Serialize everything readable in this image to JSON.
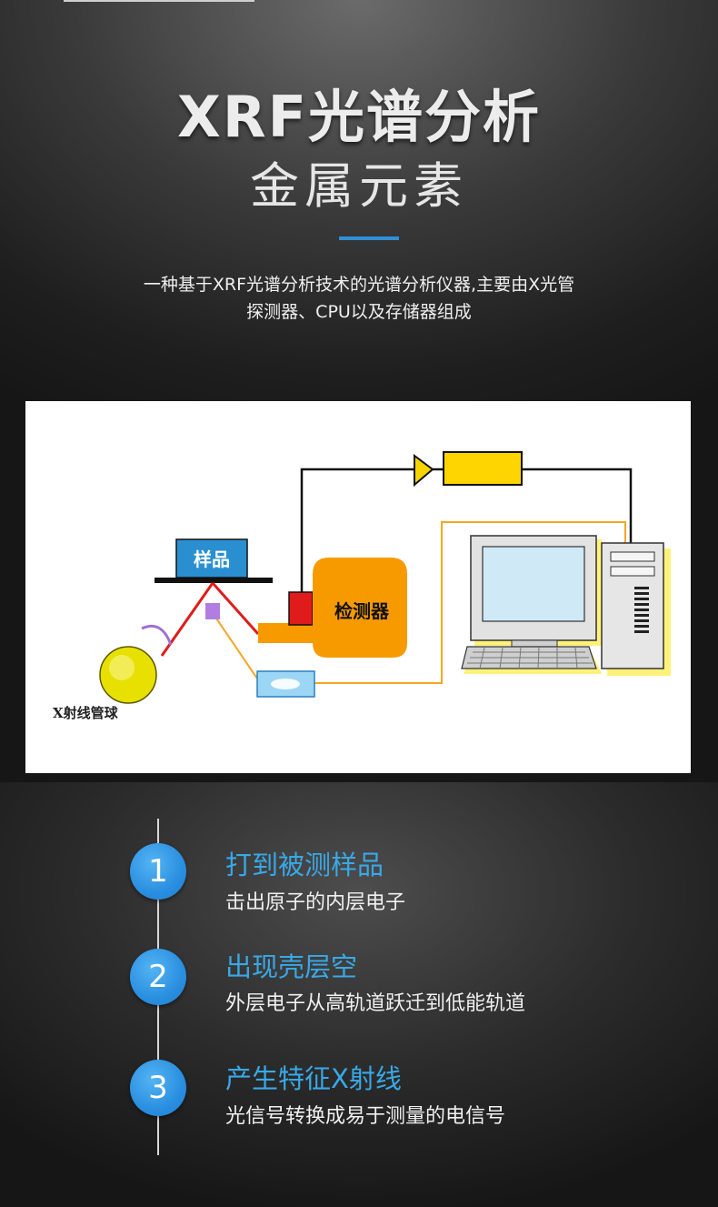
{
  "header": {
    "title": "XRF光谱分析",
    "subtitle": "金属元素",
    "accent_color": "#2f8fd6"
  },
  "intro": {
    "line1": "一种基于XRF光谱分析技术的光谱分析仪器,主要由X光管",
    "line2": "探测器、CPU以及存储器组成"
  },
  "diagram": {
    "sample_label": "样品",
    "detector_label": "检测器",
    "tube_label": "X射线管球"
  },
  "steps": [
    {
      "number": "1",
      "title": "打到被测样品",
      "desc": "击出原子的内层电子"
    },
    {
      "number": "2",
      "title": "出现壳层空",
      "desc": "外层电子从高轨道跃迁到低能轨道"
    },
    {
      "number": "3",
      "title": "产生特征X射线",
      "desc": "光信号转换成易于测量的电信号"
    }
  ]
}
